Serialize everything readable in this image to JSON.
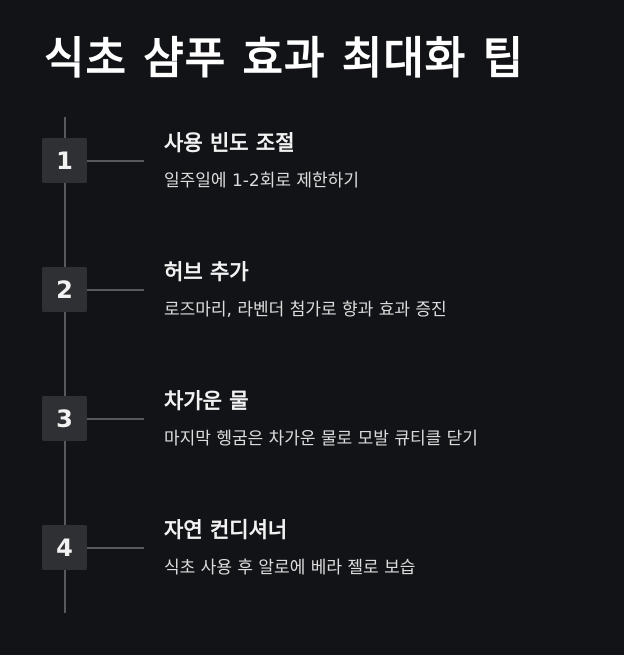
{
  "title": "식초 샴푸 효과 최대화 팁",
  "steps": [
    {
      "number": "1",
      "title": "사용 빈도 조절",
      "description": "일주일에 1-2회로 제한하기"
    },
    {
      "number": "2",
      "title": "허브 추가",
      "description": "로즈마리, 라벤더 첨가로 향과 효과 증진"
    },
    {
      "number": "3",
      "title": "차가운 물",
      "description": "마지막 헹굼은 차가운 물로 모발 큐티클 닫기"
    },
    {
      "number": "4",
      "title": "자연 컨디셔너",
      "description": "식초 사용 후 알로에 베라 젤로 보습"
    }
  ],
  "colors": {
    "background": "#121316",
    "box": "#2f3033",
    "line": "#58595d",
    "text": "#f2f2f2"
  }
}
